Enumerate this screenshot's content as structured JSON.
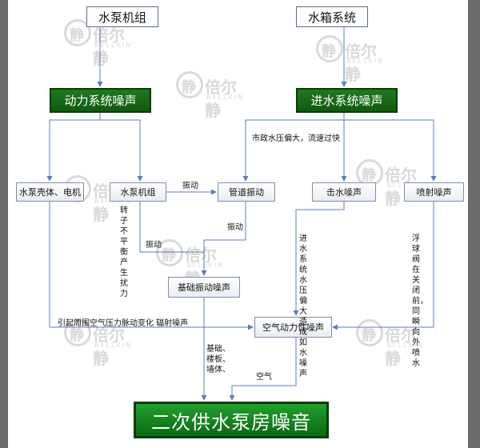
{
  "colors": {
    "wire": "#5a7fb5",
    "green": "#137013",
    "final_green": "#139a1c"
  },
  "watermark": {
    "text": "倍尔静",
    "sub": "BELLKIN"
  },
  "nodes": {
    "pump_unit_top": "水泵机组",
    "tank_system": "水箱系统",
    "power_noise": "动力系统噪声",
    "inlet_noise": "进水系统噪声",
    "pump_casing": "水泵壳体、电机",
    "pump_unit_mid": "水泵机组",
    "pipe_vibration": "管道振动",
    "water_hammer": "击水噪声",
    "jet_noise": "喷射噪声",
    "foundation_noise": "基础振动噪声",
    "aero_noise": "空气动力性噪声",
    "final": "二次供水泵房噪音"
  },
  "labels": {
    "municipal": "市政水压偏大，流速过快",
    "vibration_1": "振动",
    "vibration_2": "振动",
    "vibration_3": "振动",
    "rotor": "转子不平衡产生扰力",
    "inlet_pressure": "进水系统水压偏大造成如水噪声",
    "float_valve": "浮球阀在关闭前，同瞬向外喷水",
    "pressure_pulse": "引起周围空气压力脉动变化 辐射噪声",
    "foundation_floor": "基础、楼板、墙体、",
    "air": "空气"
  }
}
